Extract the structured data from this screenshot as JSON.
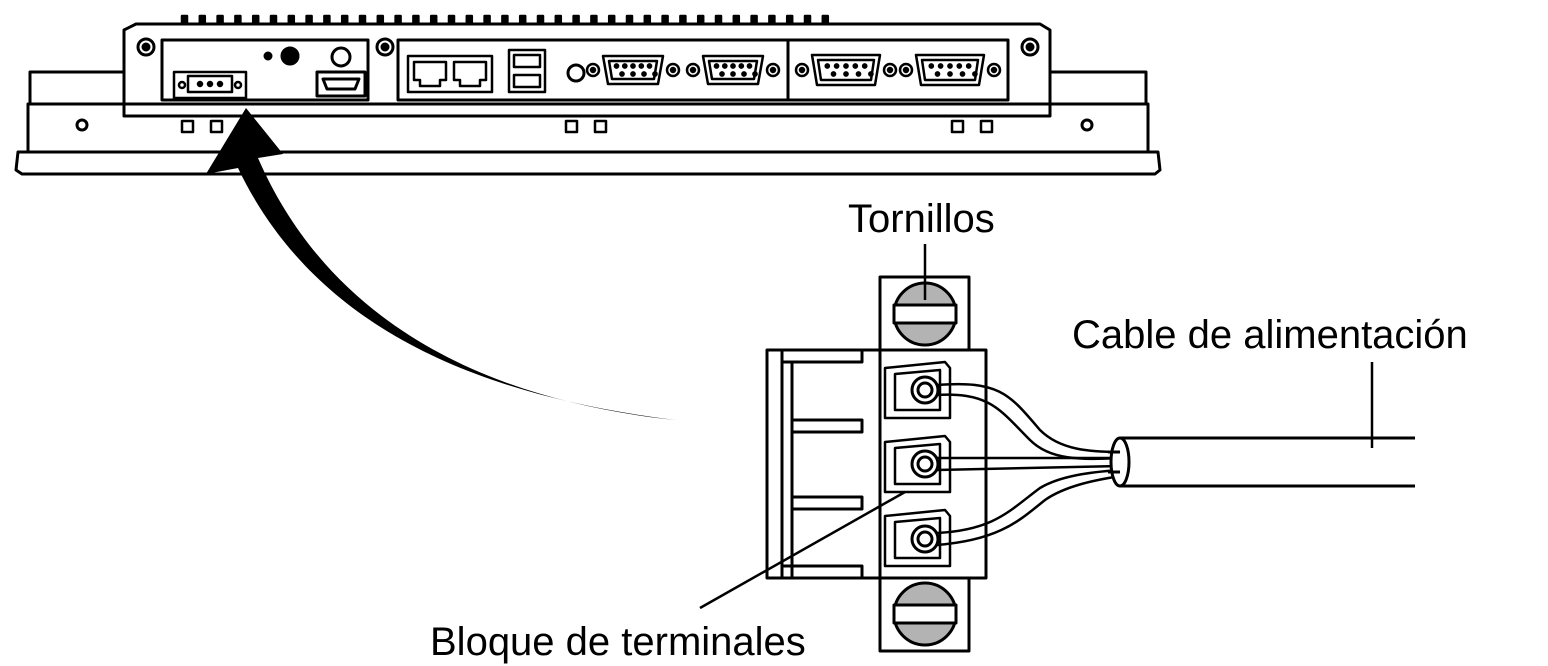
{
  "labels": {
    "screws": "Tornillos",
    "power_cable": "Cable de alimentación",
    "terminal_block": "Bloque de terminales"
  },
  "colors": {
    "line": "#000000",
    "background": "#ffffff",
    "screw_fill": "#b3b3b3"
  },
  "icons": {
    "device": "panel-pc-bottom-view",
    "arrow": "curved-arrow",
    "connector": "power-terminal-connector"
  }
}
